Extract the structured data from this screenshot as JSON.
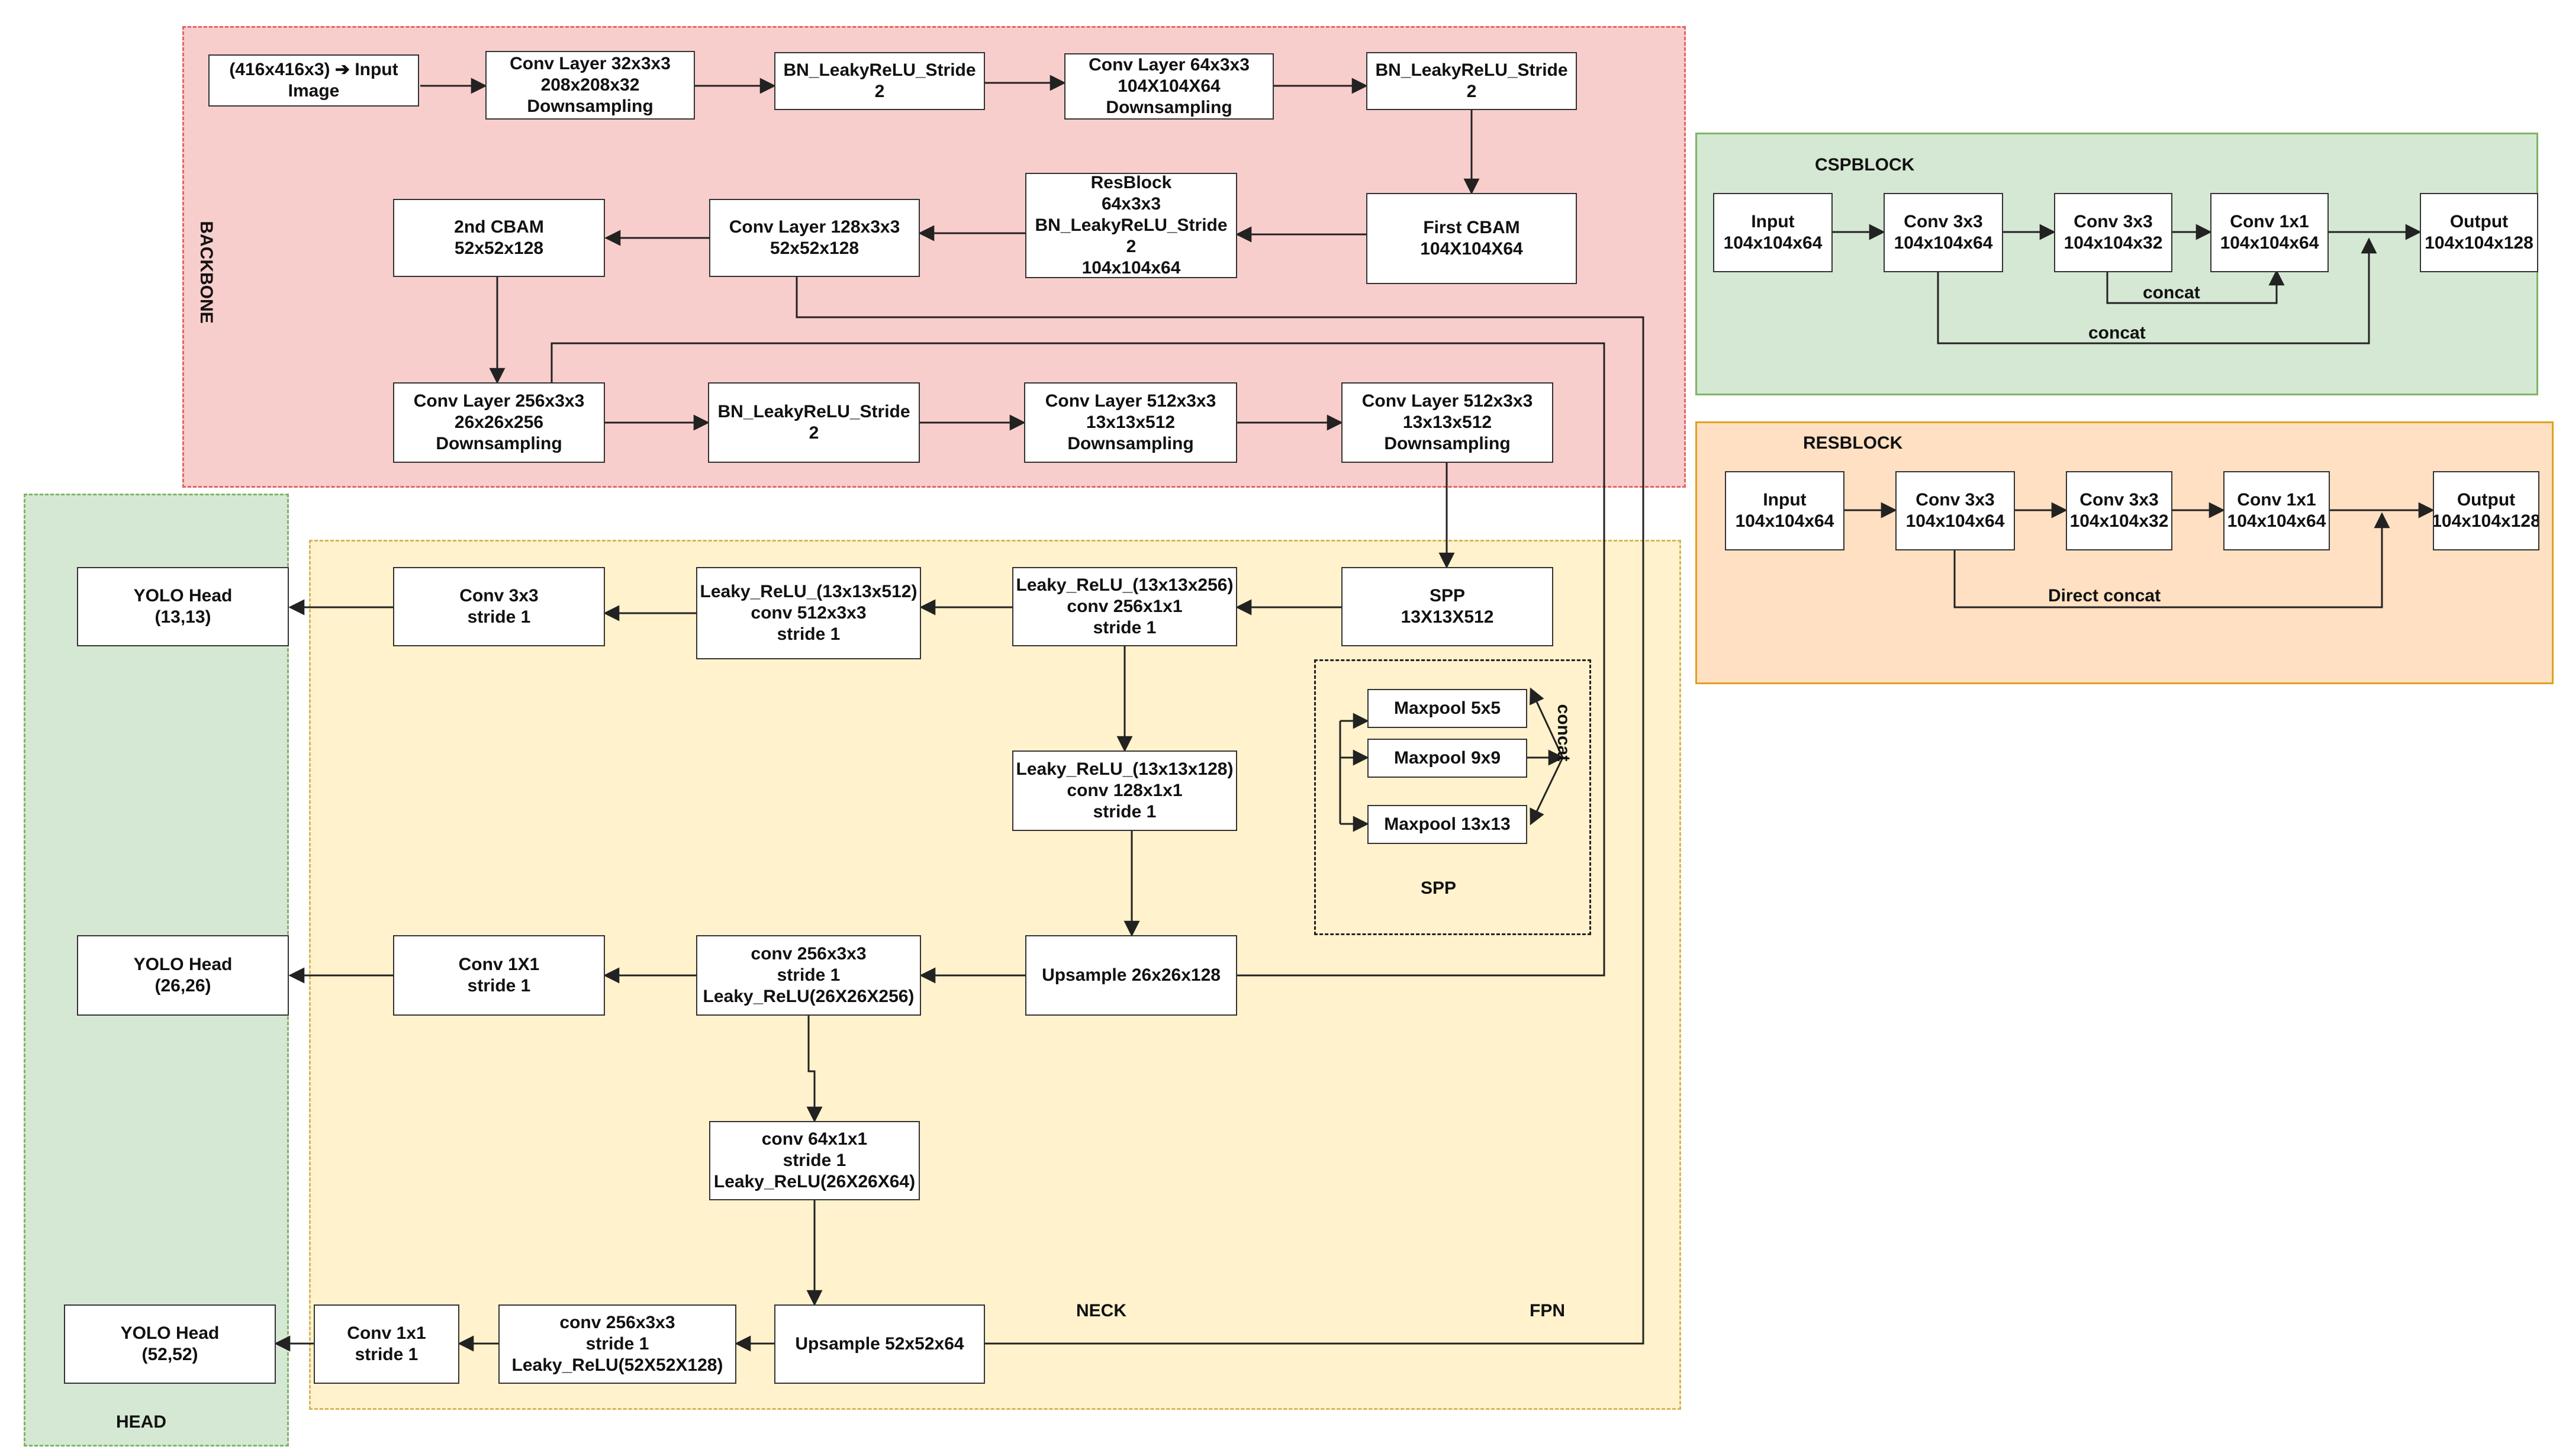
{
  "colors": {
    "backbone_fill": "#f8cecc",
    "backbone_border": "#e06666",
    "neck_fill": "#fff2cc",
    "neck_border": "#d6b656",
    "head_fill": "#d5e8d4",
    "head_border": "#82b366",
    "csp_fill": "#d5e8d4",
    "csp_border": "#82b366",
    "res_fill": "#ffe0c2",
    "res_border": "#e0a020",
    "line": "#222222"
  },
  "regions": {
    "backbone": "BACKBONE",
    "neck": "NECK",
    "fpn": "FPN",
    "head": "HEAD",
    "spp_group": "SPP",
    "cspblock": "CSPBLOCK",
    "resblock": "RESBLOCK"
  },
  "nodes": {
    "input_image": "(416x416x3) ➔ Input\nImage",
    "conv32": "Conv Layer 32x3x3\n208x208x32\nDownsampling",
    "bn1": "BN_LeakyReLU_Stride\n2",
    "conv64": "Conv Layer 64x3x3\n104X104X64\nDownsampling",
    "bn2": "BN_LeakyReLU_Stride\n2",
    "first_cbam": "First CBAM\n104X104X64",
    "resblock_main": "ResBlock\n64x3x3\nBN_LeakyReLU_Stride\n2\n104x104x64",
    "conv128": "Conv Layer 128x3x3\n52x52x128",
    "cbam2": "2nd CBAM\n52x52x128",
    "conv256": "Conv Layer 256x3x3\n26x26x256\nDownsampling",
    "bn3": "BN_LeakyReLU_Stride\n2",
    "conv512a": "Conv Layer 512x3x3\n13x13x512\nDownsampling",
    "conv512b": "Conv Layer 512x3x3\n13x13x512\nDownsampling",
    "spp": "SPP\n13X13X512",
    "maxpool5": "Maxpool 5x5",
    "maxpool9": "Maxpool 9x9",
    "maxpool13": "Maxpool 13x13",
    "leaky256": "Leaky_ReLU_(13x13x256)\nconv 256x1x1\nstride 1",
    "leaky512": "Leaky_ReLU_(13x13x512)\nconv 512x3x3\nstride 1",
    "conv3x3_s1": "Conv 3x3\nstride 1",
    "yolo13": "YOLO Head\n(13,13)",
    "leaky128": "Leaky_ReLU_(13x13x128)\nconv 128x1x1\nstride 1",
    "upsample26": "Upsample 26x26x128",
    "conv256_s1": "conv 256x3x3\nstride 1\nLeaky_ReLU(26X26X256)",
    "conv1x1_26": "Conv 1X1\nstride 1",
    "yolo26": "YOLO Head\n(26,26)",
    "conv64_1x1": "conv 64x1x1\nstride 1\nLeaky_ReLU(26X26X64)",
    "upsample52": "Upsample 52x52x64",
    "conv256_52": "conv 256x3x3\nstride 1\nLeaky_ReLU(52X52X128)",
    "conv1x1_52": "Conv 1x1\nstride 1",
    "yolo52": "YOLO Head\n(52,52)",
    "csp_input": "Input\n104x104x64",
    "csp_conv3a": "Conv 3x3\n104x104x64",
    "csp_conv3b": "Conv 3x3\n104x104x32",
    "csp_conv1": "Conv 1x1\n104x104x64",
    "csp_output": "Output\n104x104x128",
    "res_input": "Input\n104x104x64",
    "res_conv3a": "Conv 3x3\n104x104x64",
    "res_conv3b": "Conv 3x3\n104x104x32",
    "res_conv1": "Conv 1x1\n104x104x64",
    "res_output": "Output\n104x104x128"
  },
  "edge_labels": {
    "spp_concat": "concat",
    "csp_concat_inner": "concat",
    "csp_concat_outer": "concat",
    "res_direct_concat": "Direct concat"
  }
}
